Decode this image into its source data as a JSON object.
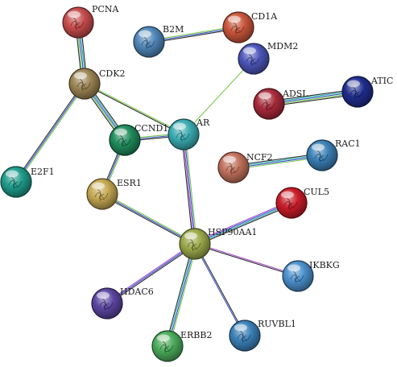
{
  "network": {
    "nodes": [
      {
        "id": "PCNA",
        "label": "PCNA",
        "color": "#c64b4b"
      },
      {
        "id": "B2M",
        "label": "B2M",
        "color": "#4f86b8"
      },
      {
        "id": "CD1A",
        "label": "CD1A",
        "color": "#c8553a"
      },
      {
        "id": "MDM2",
        "label": "MDM2",
        "color": "#4b55b8"
      },
      {
        "id": "CDK2",
        "label": "CDK2",
        "color": "#9b8352"
      },
      {
        "id": "ADSL",
        "label": "ADSL",
        "color": "#a82a3a"
      },
      {
        "id": "ATIC",
        "label": "ATIC",
        "color": "#1f2d8c"
      },
      {
        "id": "CCND1",
        "label": "CCND1",
        "color": "#1f8a5a"
      },
      {
        "id": "AR",
        "label": "AR",
        "color": "#3aaab0"
      },
      {
        "id": "RAC1",
        "label": "RAC1",
        "color": "#3a7fb5"
      },
      {
        "id": "NCF2",
        "label": "NCF2",
        "color": "#c0705a"
      },
      {
        "id": "E2F1",
        "label": "E2F1",
        "color": "#1f9a8a"
      },
      {
        "id": "ESR1",
        "label": "ESR1",
        "color": "#c2a650"
      },
      {
        "id": "CUL5",
        "label": "CUL5",
        "color": "#c81c28"
      },
      {
        "id": "HSP90AA1",
        "label": "HSP90AA1",
        "color": "#9aa848"
      },
      {
        "id": "IKBKG",
        "label": "IKBKG",
        "color": "#4a8fcc"
      },
      {
        "id": "HDAC6",
        "label": "HDAC6",
        "color": "#5a45a0"
      },
      {
        "id": "RUVBL1",
        "label": "RUVBL1",
        "color": "#3a80b8"
      },
      {
        "id": "ERBB2",
        "label": "ERBB2",
        "color": "#4aaa5a"
      }
    ],
    "edges": [
      {
        "from": "PCNA",
        "to": "CDK2",
        "colors": [
          "#2a2a2a",
          "#2bb0b0",
          "#3a55cc",
          "#7ac84a",
          "#2a2a2a"
        ]
      },
      {
        "from": "CDK2",
        "to": "CCND1",
        "colors": [
          "#2a2a2a",
          "#2bb0b0",
          "#3a55cc",
          "#7ac84a",
          "#2a2a2a"
        ]
      },
      {
        "from": "CDK2",
        "to": "E2F1",
        "colors": [
          "#7ac84a",
          "#3a55cc",
          "#2a2a2a"
        ]
      },
      {
        "from": "CDK2",
        "to": "AR",
        "colors": [
          "#7ac84a",
          "#2a2a2a"
        ]
      },
      {
        "from": "B2M",
        "to": "CD1A",
        "colors": [
          "#7ac84a",
          "#3a55cc",
          "#2a2a2a"
        ]
      },
      {
        "from": "ADSL",
        "to": "ATIC",
        "colors": [
          "#2a2a2a",
          "#2bb0b0",
          "#3a55cc",
          "#7ac84a",
          "#2a2a2a"
        ]
      },
      {
        "from": "MDM2",
        "to": "AR",
        "colors": [
          "#7ac84a"
        ]
      },
      {
        "from": "CCND1",
        "to": "AR",
        "colors": [
          "#7ac84a",
          "#3a55cc",
          "#2a2a2a"
        ]
      },
      {
        "from": "CCND1",
        "to": "ESR1",
        "colors": [
          "#7ac84a",
          "#3a55cc",
          "#2a2a2a"
        ]
      },
      {
        "from": "AR",
        "to": "HSP90AA1",
        "colors": [
          "#7ac84a",
          "#3a55cc",
          "#a044c8",
          "#2a2a2a"
        ]
      },
      {
        "from": "NCF2",
        "to": "RAC1",
        "colors": [
          "#2a2a2a",
          "#2bb0b0",
          "#3a55cc",
          "#7ac84a"
        ]
      },
      {
        "from": "ESR1",
        "to": "HSP90AA1",
        "colors": [
          "#7ac84a",
          "#3a55cc",
          "#2a2a2a"
        ]
      },
      {
        "from": "CUL5",
        "to": "HSP90AA1",
        "colors": [
          "#2a2a2a",
          "#2bb0b0",
          "#3a55cc",
          "#a044c8"
        ]
      },
      {
        "from": "HSP90AA1",
        "to": "IKBKG",
        "colors": [
          "#a044c8",
          "#2a2a2a"
        ]
      },
      {
        "from": "HSP90AA1",
        "to": "HDAC6",
        "colors": [
          "#2a2a2a",
          "#3a55cc",
          "#a044c8"
        ]
      },
      {
        "from": "HSP90AA1",
        "to": "RUVBL1",
        "colors": [
          "#2a2a2a",
          "#3a55cc"
        ]
      },
      {
        "from": "HSP90AA1",
        "to": "ERBB2",
        "colors": [
          "#7ac84a",
          "#3a55cc",
          "#2bb0b0",
          "#2a2a2a"
        ]
      }
    ]
  }
}
